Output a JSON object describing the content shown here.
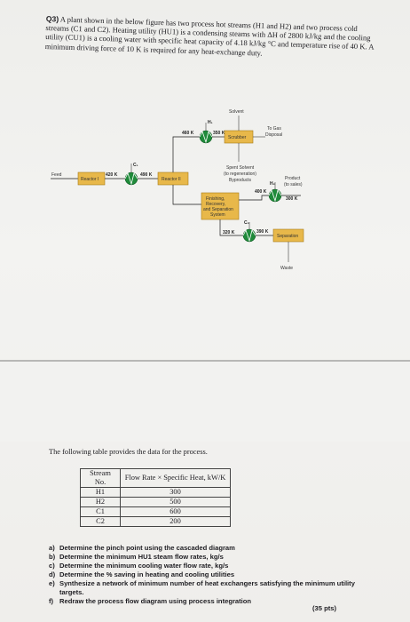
{
  "question": {
    "number": "Q3)",
    "text": "A plant shown in the below figure has two process hot streams (H1 and H2) and two process cold streams (C1 and C2). Heating utility (HU1) is a condensing steams with ΔH of 2800 kJ/kg and the cooling utility (CU1) is a cooling water with specific heat capacity of 4.18 kJ/kg °C and temperature rise of 40 K. A minimum driving force of 10 K is required for any heat-exchange duty."
  },
  "diagram": {
    "feed": "Feed",
    "reactor1": "Reactor I",
    "reactor2": "Reactor II",
    "scrubber": "Scrubber",
    "solvent": "Solvent",
    "to_gas": "To Gas",
    "disposal": "Disposal",
    "spent_solvent": "Spent Solvent",
    "regeneration": "(to regeneration)",
    "byproducts": "Byproducts",
    "finishing_l1": "Finishing,",
    "finishing_l2": "Recovery,",
    "finishing_l3": "and Separation",
    "finishing_l4": "System",
    "separation": "Separation",
    "product": "Product",
    "product_sub": "(to sales)",
    "waste": "Waste",
    "h1": "H₁",
    "h2": "H₂",
    "c1": "C₁",
    "c2": "C₂",
    "t420": "420 K",
    "t490": "490 K",
    "t460": "460 K",
    "t350": "350 K",
    "t400": "400 K",
    "t300": "300 K",
    "t320": "320 K",
    "t390": "390 K"
  },
  "table": {
    "intro": "The following table provides the data for the process.",
    "header_stream": "Stream No.",
    "header_flow": "Flow Rate × Specific Heat, kW/K",
    "rows": [
      {
        "stream": "H1",
        "value": "300"
      },
      {
        "stream": "H2",
        "value": "500"
      },
      {
        "stream": "C1",
        "value": "600"
      },
      {
        "stream": "C2",
        "value": "200"
      }
    ]
  },
  "tasks": [
    {
      "letter": "a)",
      "text": "Determine the pinch point using the cascaded diagram"
    },
    {
      "letter": "b)",
      "text": "Determine the minimum HU1 steam flow rates, kg/s"
    },
    {
      "letter": "c)",
      "text": "Determine the minimum cooling water flow rate, kg/s"
    },
    {
      "letter": "d)",
      "text": "Determine the % saving in heating and cooling utilities"
    },
    {
      "letter": "e)",
      "text": "Synthesize a network of minimum number of heat exchangers satisfying the minimum utility targets."
    },
    {
      "letter": "f)",
      "text": "Redraw the process flow diagram using process integration"
    }
  ],
  "points": "(35 pts)",
  "colors": {
    "box_fill": "#e8b84a",
    "box_stroke": "#a77a18",
    "hx_fill": "#1f8a3a",
    "line": "#1a1a1a"
  }
}
